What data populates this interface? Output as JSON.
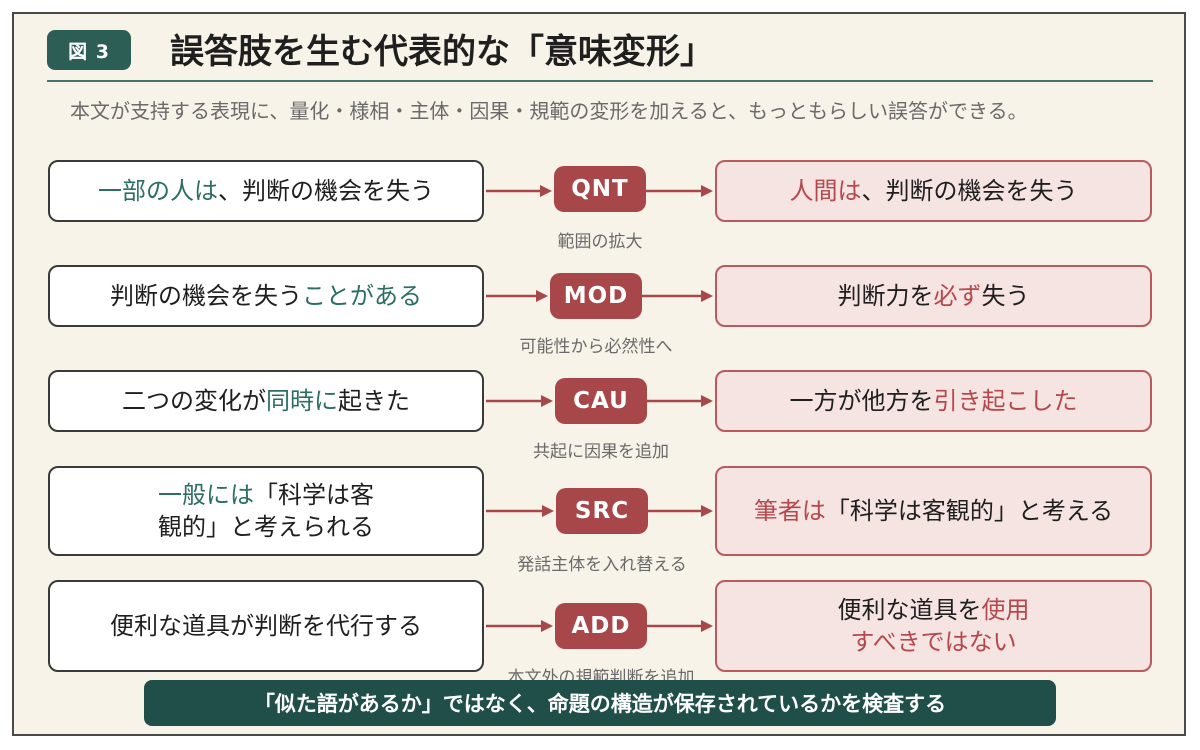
{
  "figure": {
    "badge": "図 3",
    "title": "誤答肢を生む代表的な「意味変形」",
    "subtitle": "本文が支持する表現に、量化・様相・主体・因果・規範の変形を加えると、もっともらしい誤答ができる。"
  },
  "rows": [
    {
      "left": [
        {
          "t": "一部の人は",
          "hl": "teal"
        },
        {
          "t": "、判断の機会を失う"
        }
      ],
      "op": "QNT",
      "op_label": "範囲の拡大",
      "right": [
        {
          "t": "人間は",
          "hl": "red"
        },
        {
          "t": "、判断の機会を失う"
        }
      ]
    },
    {
      "left": [
        {
          "t": "判断の機会を失う"
        },
        {
          "t": "ことがある",
          "hl": "teal"
        }
      ],
      "op": "MOD",
      "op_label": "可能性から必然性へ",
      "right": [
        {
          "t": "判断力を"
        },
        {
          "t": "必ず",
          "hl": "red"
        },
        {
          "t": "失う"
        }
      ]
    },
    {
      "left": [
        {
          "t": "二つの変化が"
        },
        {
          "t": "同時に",
          "hl": "teal"
        },
        {
          "t": "起きた"
        }
      ],
      "op": "CAU",
      "op_label": "共起に因果を追加",
      "right": [
        {
          "t": "一方が他方を"
        },
        {
          "t": "引き起こした",
          "hl": "red"
        }
      ]
    },
    {
      "left": [
        {
          "t": "一般には",
          "hl": "teal"
        },
        {
          "t": "「科学は客\n観的」と考えられる"
        }
      ],
      "op": "SRC",
      "op_label": "発話主体を入れ替える",
      "right": [
        {
          "t": "筆者は",
          "hl": "red"
        },
        {
          "t": "「科学は客観的」と考える"
        }
      ]
    },
    {
      "left": [
        {
          "t": "便利な道具が判断を代行する"
        }
      ],
      "op": "ADD",
      "op_label": "本文外の規範判断を追加",
      "right": [
        {
          "t": "便利な道具を"
        },
        {
          "t": "使用\nすべきではない",
          "hl": "red"
        }
      ]
    }
  ],
  "footer": "「似た語があるか」ではなく、命題の構造が保存されているかを検査する",
  "colors": {
    "teal": "#2c6e64",
    "red": "#b5484c",
    "operator": "#a8474a",
    "footer_bg": "#1f4f48",
    "background": "#f8f3e8"
  }
}
